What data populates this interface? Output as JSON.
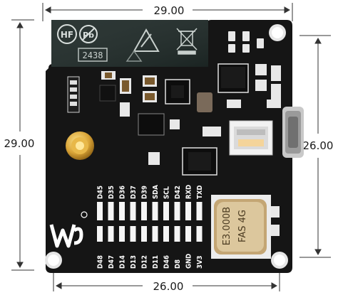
{
  "dimensions": {
    "top_width": "29.00",
    "left_height": "29.00",
    "right_height": "26.00",
    "bottom_width": "26.00"
  },
  "antenna": {
    "marks": [
      "HF",
      "Pb"
    ],
    "serial": "2438"
  },
  "crystal": {
    "line1": "E3.000B",
    "line2": "FAS 4G"
  },
  "pins_top": [
    "D45",
    "D35",
    "D36",
    "D37",
    "D39",
    "SDA",
    "SCL",
    "D42",
    "RXD",
    "TXD"
  ],
  "pins_bottom": [
    "D48",
    "D47",
    "D14",
    "D13",
    "D12",
    "D11",
    "D46",
    "D8",
    "GND",
    "3V3"
  ],
  "colors": {
    "pcb": "#151515",
    "pad": "#ffffff",
    "gold": "#d9a437",
    "antenna_bg": "#1f2a28"
  }
}
